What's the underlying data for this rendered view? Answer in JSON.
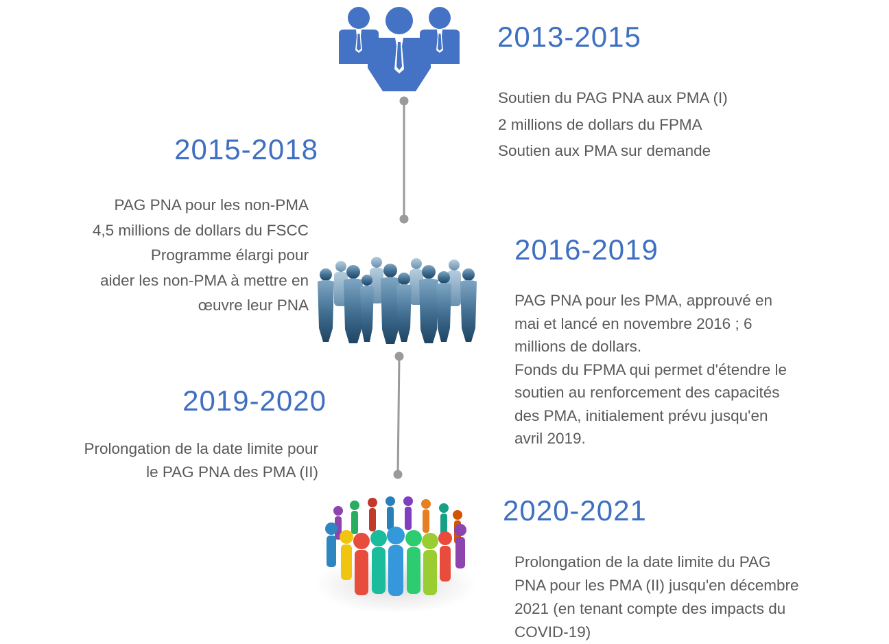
{
  "icons": {
    "top": "business-team-icon",
    "middle": "crowd-silhouette-icon",
    "bottom": "people-circle-icon"
  },
  "colors": {
    "year_text": "#3f6fc2",
    "body_text": "#595959",
    "connector": "#9a9a9a",
    "team_icon": "#4472c4"
  },
  "timeline": [
    {
      "year": "2013-2015",
      "lines": [
        "Soutien du PAG PNA aux PMA (I)",
        "2 millions de dollars du FPMA",
        "Soutien aux PMA sur demande"
      ]
    },
    {
      "year": "2015-2018",
      "lines": [
        "PAG PNA pour les non-PMA",
        "4,5 millions de dollars du FSCC",
        "Programme élargi pour",
        "aider les non-PMA à mettre en",
        "œuvre leur PNA"
      ]
    },
    {
      "year": "2016-2019",
      "lines": [
        "PAG PNA pour les PMA, approuvé en",
        "mai et lancé en novembre 2016 ; 6",
        "millions de dollars.",
        "Fonds du FPMA qui permet d'étendre le",
        "soutien au renforcement des capacités",
        "des PMA, initialement prévu jusqu'en",
        "avril 2019."
      ]
    },
    {
      "year": "2019-2020",
      "lines": [
        "Prolongation de la date limite pour",
        "le PAG PNA des PMA (II)"
      ]
    },
    {
      "year": "2020-2021",
      "lines": [
        "Prolongation de la date limite du PAG",
        "PNA pour les PMA (II) jusqu'en décembre",
        "2021 (en tenant compte des impacts du",
        "COVID-19)"
      ]
    }
  ]
}
